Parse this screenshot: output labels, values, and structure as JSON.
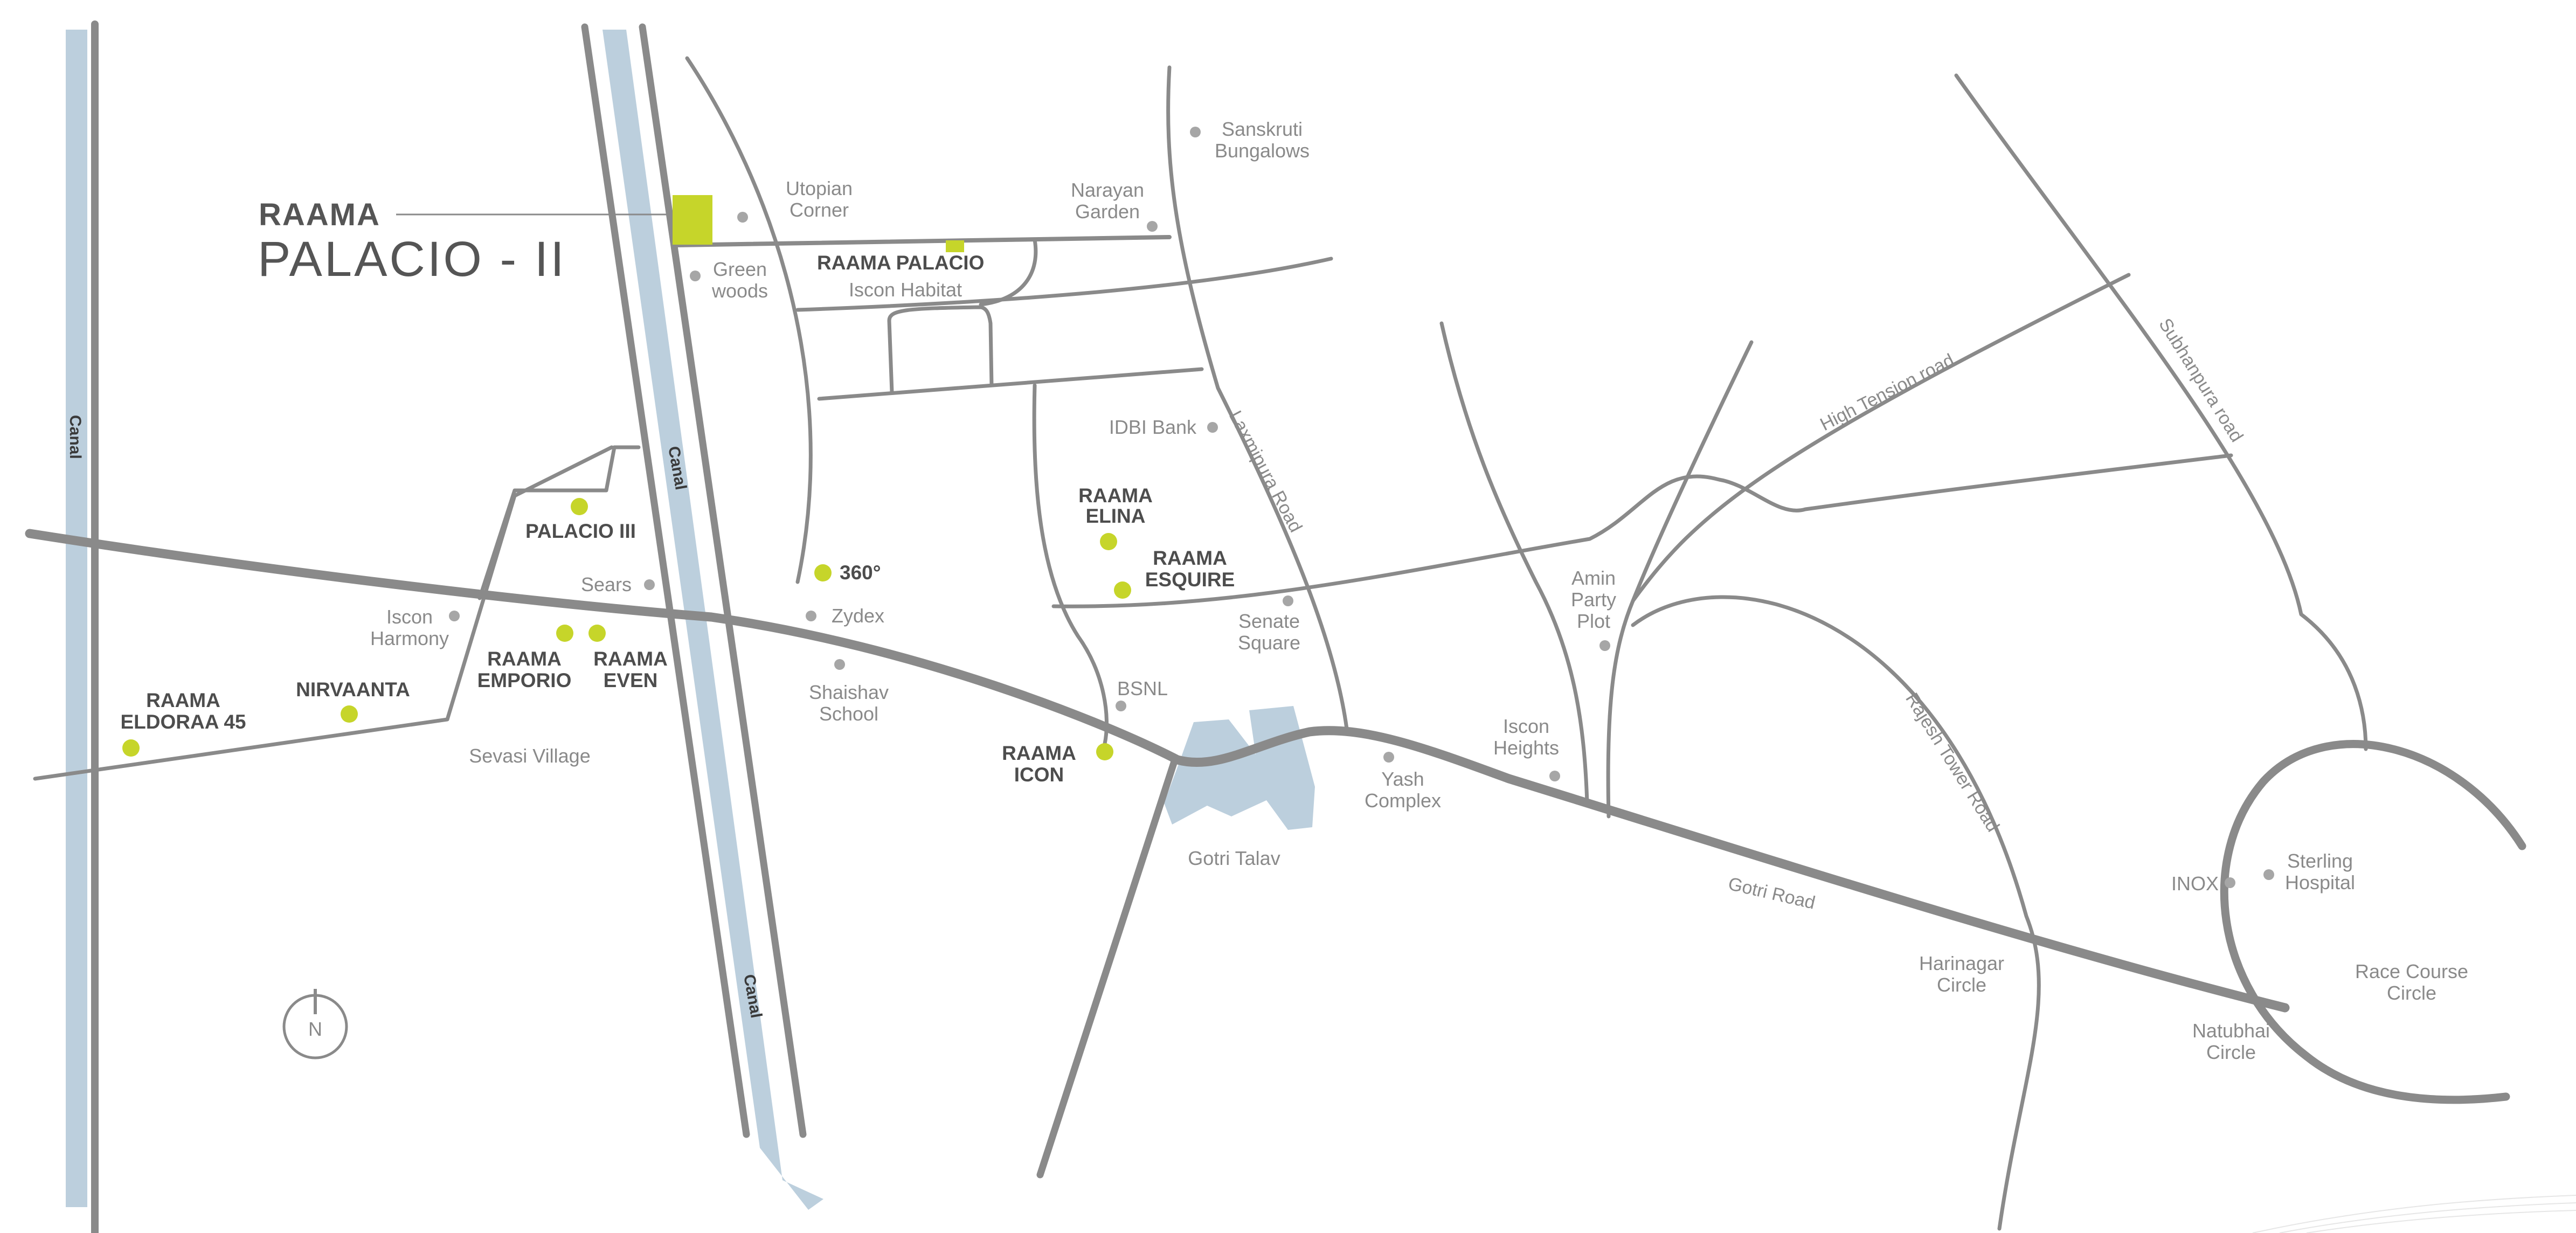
{
  "brand": {
    "line1": "RAAMA",
    "line2": "PALACIO - II"
  },
  "colors": {
    "canal": "#bccfdd",
    "road": "#8a8a8a",
    "major_road": "#7f7f7f",
    "project_marker": "#c6d52a",
    "landmark_dot": "#a6a6a6",
    "label_grey": "#8a8a8a",
    "label_dark": "#4d4d4d"
  },
  "canals": [
    "Canal",
    "Canal",
    "Canal"
  ],
  "lake": "Gotri Talav",
  "roads": {
    "laxmipura": "Laxmipura Road",
    "high_tension": "High Tension road",
    "subhanpura": "Subhanpura road",
    "rajesh_tower": "Rajesh Tower Road",
    "gotri": "Gotri Road"
  },
  "projects": {
    "palacio": "RAAMA PALACIO",
    "palacio3": "PALACIO III",
    "p360": "360°",
    "elina": [
      "RAAMA",
      "ELINA"
    ],
    "esquire": [
      "RAAMA",
      "ESQUIRE"
    ],
    "emporio": [
      "RAAMA",
      "EMPORIO"
    ],
    "even": [
      "RAAMA",
      "EVEN"
    ],
    "nirvaanta": "NIRVAANTA",
    "eldoraa": [
      "RAAMA",
      "ELDORAA 45"
    ],
    "icon": [
      "RAAMA",
      "ICON"
    ]
  },
  "landmarks": {
    "utopian": [
      "Utopian",
      "Corner"
    ],
    "greenwoods": [
      "Green",
      "woods"
    ],
    "narayan": [
      "Narayan",
      "Garden"
    ],
    "sanskruti": [
      "Sanskruti",
      "Bungalows"
    ],
    "iscon_habitat": "Iscon Habitat",
    "idbi": "IDBI Bank",
    "sears": "Sears",
    "zydex": "Zydex",
    "iscon_harmony": [
      "Iscon",
      "Harmony"
    ],
    "shaishav": [
      "Shaishav",
      "School"
    ],
    "bsnl": "BSNL",
    "senate": [
      "Senate",
      "Square"
    ],
    "amin": [
      "Amin",
      "Party",
      "Plot"
    ],
    "iscon_heights": [
      "Iscon",
      "Heights"
    ],
    "yash": [
      "Yash",
      "Complex"
    ],
    "sevasi": "Sevasi Village",
    "inox": "INOX",
    "sterling": [
      "Sterling",
      "Hospital"
    ],
    "harinagar": [
      "Harinagar",
      "Circle"
    ],
    "natubhai": [
      "Natubhai",
      "Circle"
    ],
    "race_course": [
      "Race Course",
      "Circle"
    ]
  },
  "compass": "N"
}
